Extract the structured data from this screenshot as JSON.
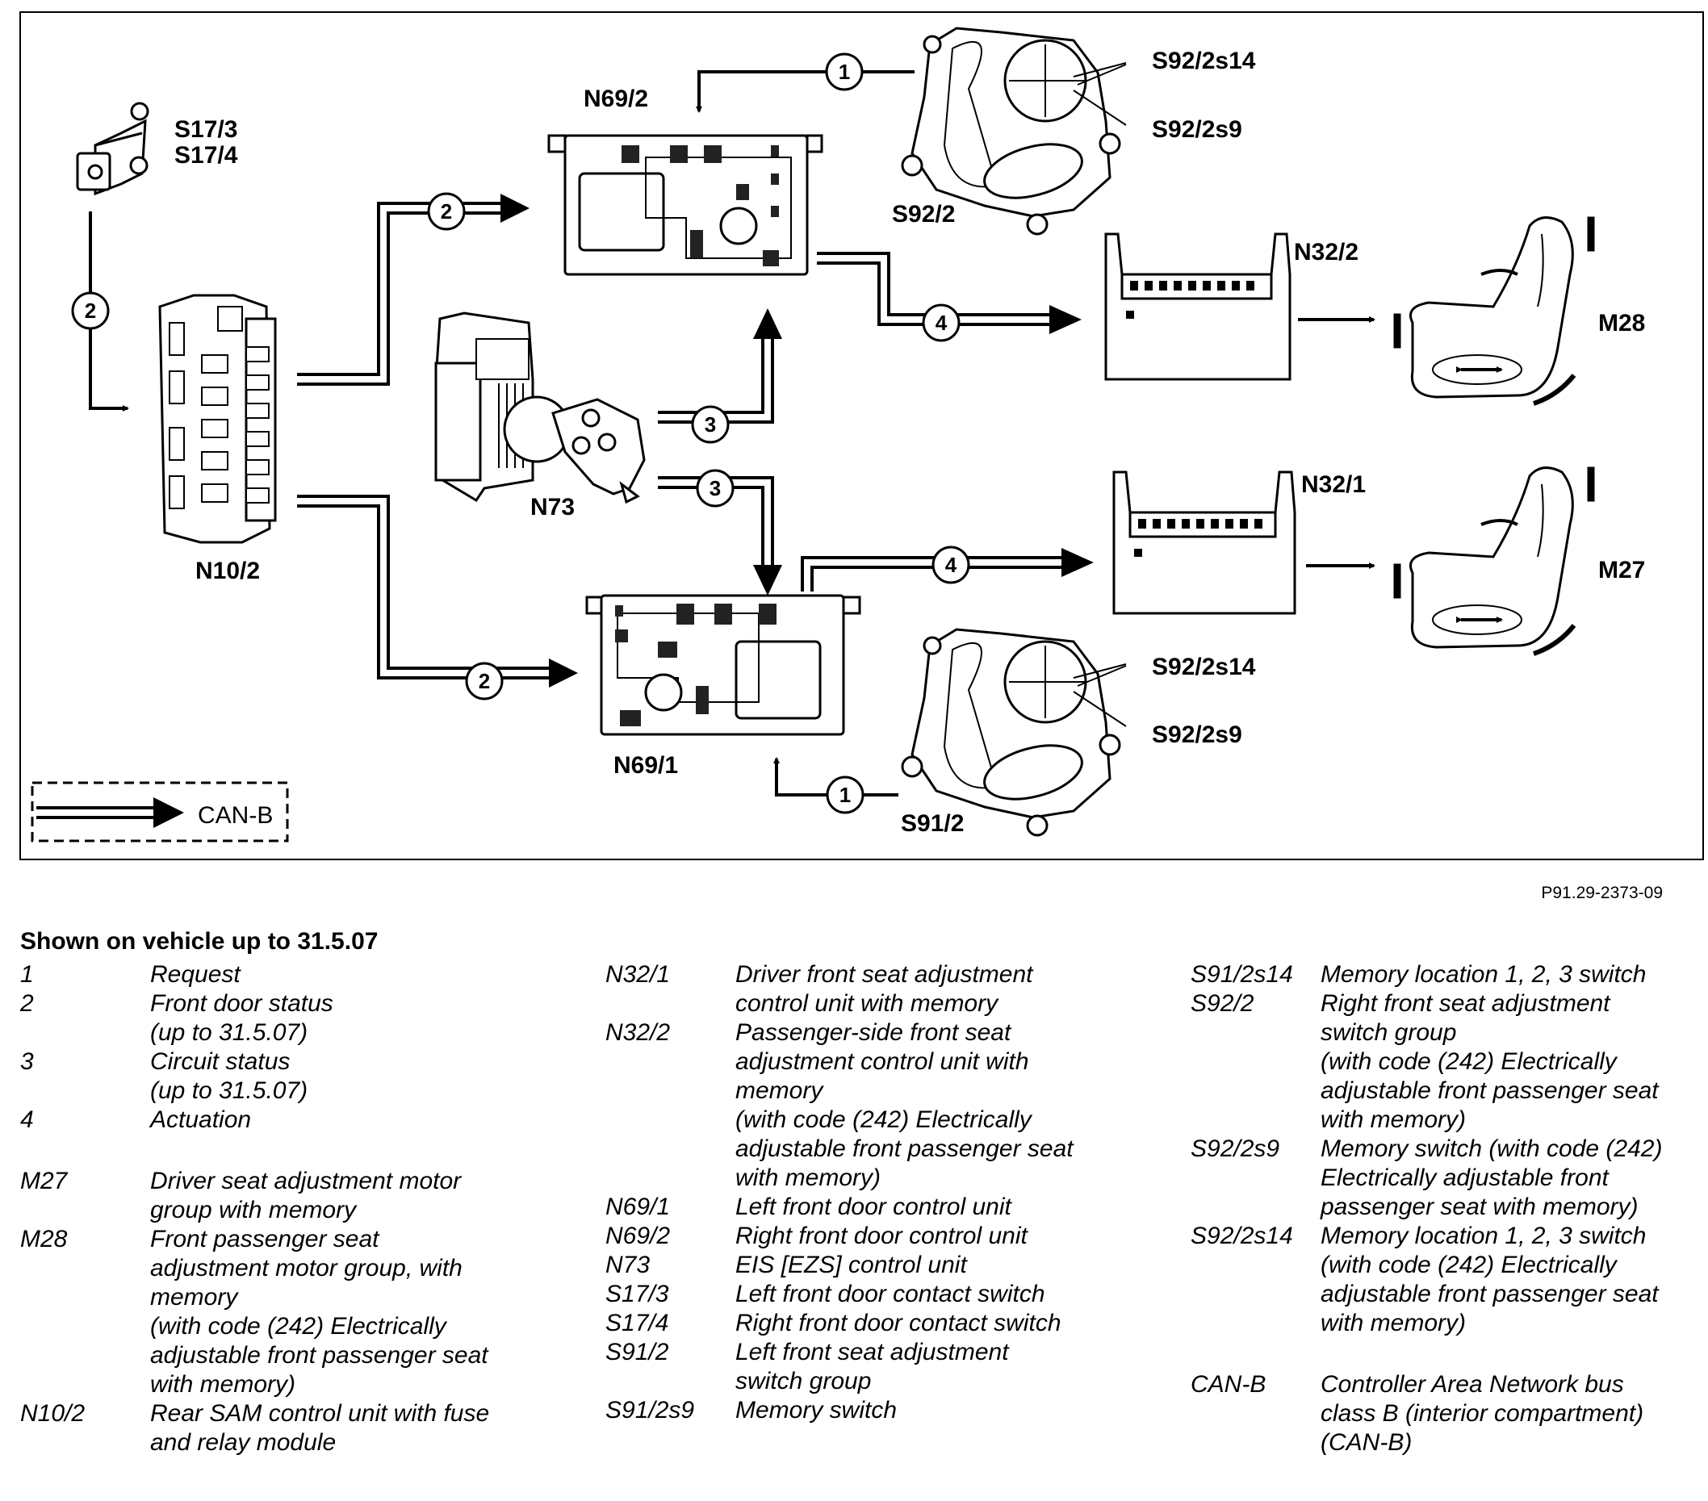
{
  "diagram": {
    "components": {
      "S17_3": "S17/3",
      "S17_4": "S17/4",
      "N10_2": "N10/2",
      "N69_2": "N69/2",
      "N69_1": "N69/1",
      "N73": "N73",
      "S92_2s14_top": "S92/2s14",
      "S92_2s9_top": "S92/2s9",
      "S92_2": "S92/2",
      "N32_2": "N32/2",
      "N32_1": "N32/1",
      "M28": "M28",
      "M27": "M27",
      "S92_2s14_bottom": "S92/2s14",
      "S92_2s9_bottom": "S92/2s9",
      "S91_2": "S91/2"
    },
    "signal_numbers": {
      "request": "1",
      "front_door_status": "2",
      "circuit_status": "3",
      "actuation": "4"
    },
    "bus_key_label": "CAN-B",
    "figure_ref": "P91.29-2373-09"
  },
  "legend": {
    "title": "Shown on vehicle up to 31.5.07",
    "col1": [
      {
        "code": "1",
        "desc": "Request"
      },
      {
        "code": "2",
        "desc": "Front door status\n (up to 31.5.07)"
      },
      {
        "code": "3",
        "desc": "Circuit status\n(up to 31.5.07)"
      },
      {
        "code": "4",
        "desc": "Actuation"
      },
      {
        "code": "M27",
        "desc": "Driver seat adjustment motor\ngroup with memory"
      },
      {
        "code": "M28",
        "desc": "Front passenger seat\nadjustment motor group, with\nmemory\n(with code (242) Electrically\nadjustable front passenger seat\nwith memory)"
      },
      {
        "code": "N10/2",
        "desc": "Rear SAM control unit with fuse\nand relay module"
      }
    ],
    "col2": [
      {
        "code": "N32/1",
        "desc": "Driver front seat adjustment\ncontrol unit with memory"
      },
      {
        "code": "N32/2",
        "desc": "Passenger-side front seat\nadjustment control unit with\nmemory\n(with code (242) Electrically\nadjustable front passenger seat\nwith memory)"
      },
      {
        "code": "N69/1",
        "desc": "Left front door control unit"
      },
      {
        "code": "N69/2",
        "desc": "Right front door control unit"
      },
      {
        "code": "N73",
        "desc": "EIS [EZS] control unit"
      },
      {
        "code": "S17/3",
        "desc": "Left front door contact switch"
      },
      {
        "code": "S17/4",
        "desc": "Right front door contact switch"
      },
      {
        "code": "S91/2",
        "desc": "Left front seat adjustment\nswitch group"
      },
      {
        "code": "S91/2s9",
        "desc": "Memory switch"
      }
    ],
    "col3": [
      {
        "code": "S91/2s14",
        "desc": "Memory location 1, 2, 3 switch"
      },
      {
        "code": "S92/2",
        "desc": "Right front seat adjustment\nswitch group\n(with code (242) Electrically\nadjustable front passenger seat\nwith memory)"
      },
      {
        "code": "S92/2s9",
        "desc": "Memory switch (with code (242)\nElectrically adjustable front\npassenger seat with memory)"
      },
      {
        "code": "S92/2s14",
        "desc": "Memory location 1, 2, 3 switch\n(with code (242) Electrically\nadjustable front passenger seat\nwith memory)"
      },
      {
        "code": "CAN-B",
        "desc": "Controller Area Network bus\nclass B (interior compartment)\n(CAN-B)"
      }
    ]
  }
}
